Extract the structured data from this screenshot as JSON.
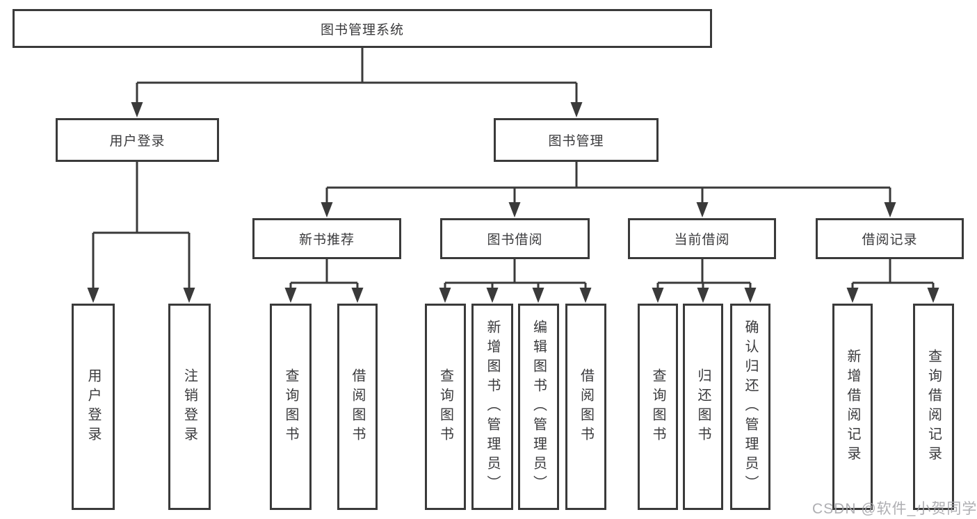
{
  "diagram": {
    "root": {
      "label": "图书管理系统"
    },
    "level2": [
      {
        "label": "用户登录"
      },
      {
        "label": "图书管理"
      }
    ],
    "level3": [
      {
        "label": "新书推荐"
      },
      {
        "label": "图书借阅"
      },
      {
        "label": "当前借阅"
      },
      {
        "label": "借阅记录"
      }
    ],
    "leaves": {
      "user_login": [
        "用户登录",
        "注销登录"
      ],
      "new_book": [
        "查询图书",
        "借阅图书"
      ],
      "book_borrow": [
        "查询图书",
        "新增图书（管理员）",
        "编辑图书（管理员）",
        "借阅图书"
      ],
      "current_borrow": [
        "查询图书",
        "归还图书",
        "确认归还（管理员）"
      ],
      "borrow_records": [
        "新增借阅记录",
        "查询借阅记录"
      ]
    }
  },
  "watermark": {
    "text": "CSDN @软件_小贺同学"
  },
  "colors": {
    "line": "#3a3a3a",
    "text": "#3a3a3c",
    "watermark": "#a5a5aa"
  }
}
